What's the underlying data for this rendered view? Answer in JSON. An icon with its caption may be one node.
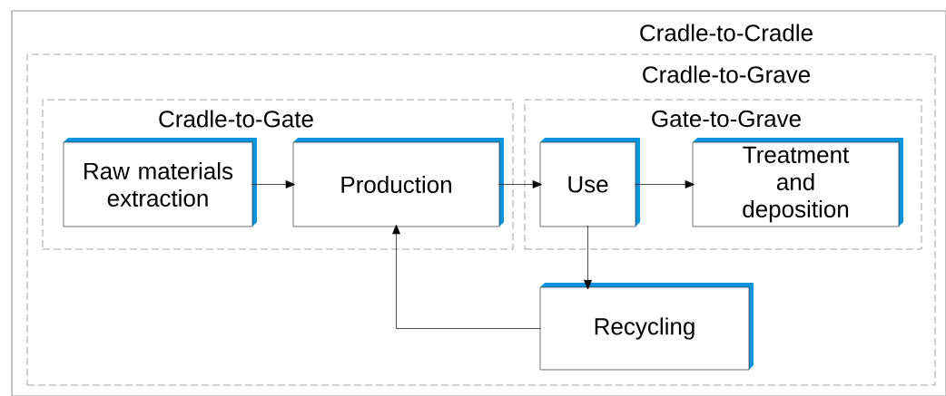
{
  "diagram": {
    "nodes": [
      {
        "text": [
          "Cradle-to-Cradle"
        ]
      },
      {
        "text": [
          "Cradle-to-Grave"
        ],
        "in": 0
      },
      {
        "text": [
          "Cradle-to-Gate"
        ],
        "in": 1
      },
      {
        "text": [
          "Raw materials extraction"
        ],
        "in": 2
      },
      {
        "text": [
          "Production"
        ],
        "in": 2
      },
      {
        "text": [
          "Gate-to-Grave"
        ],
        "in": 1
      },
      {
        "text": [
          "Use"
        ],
        "in": 5
      },
      {
        "text": [
          "Treatment and deposition"
        ],
        "in": 5
      },
      {
        "text": [
          "Recycling"
        ],
        "in": 1
      }
    ],
    "edges": [
      {
        "from": 3,
        "to": 4,
        "arrow": "to"
      },
      {
        "from": 4,
        "to": 6,
        "arrow": "to"
      },
      {
        "from": 6,
        "to": 7,
        "arrow": "to"
      },
      {
        "from": 6,
        "to": 8,
        "arrow": "to"
      },
      {
        "from": 8,
        "to": 4,
        "arrow": "to"
      }
    ]
  }
}
